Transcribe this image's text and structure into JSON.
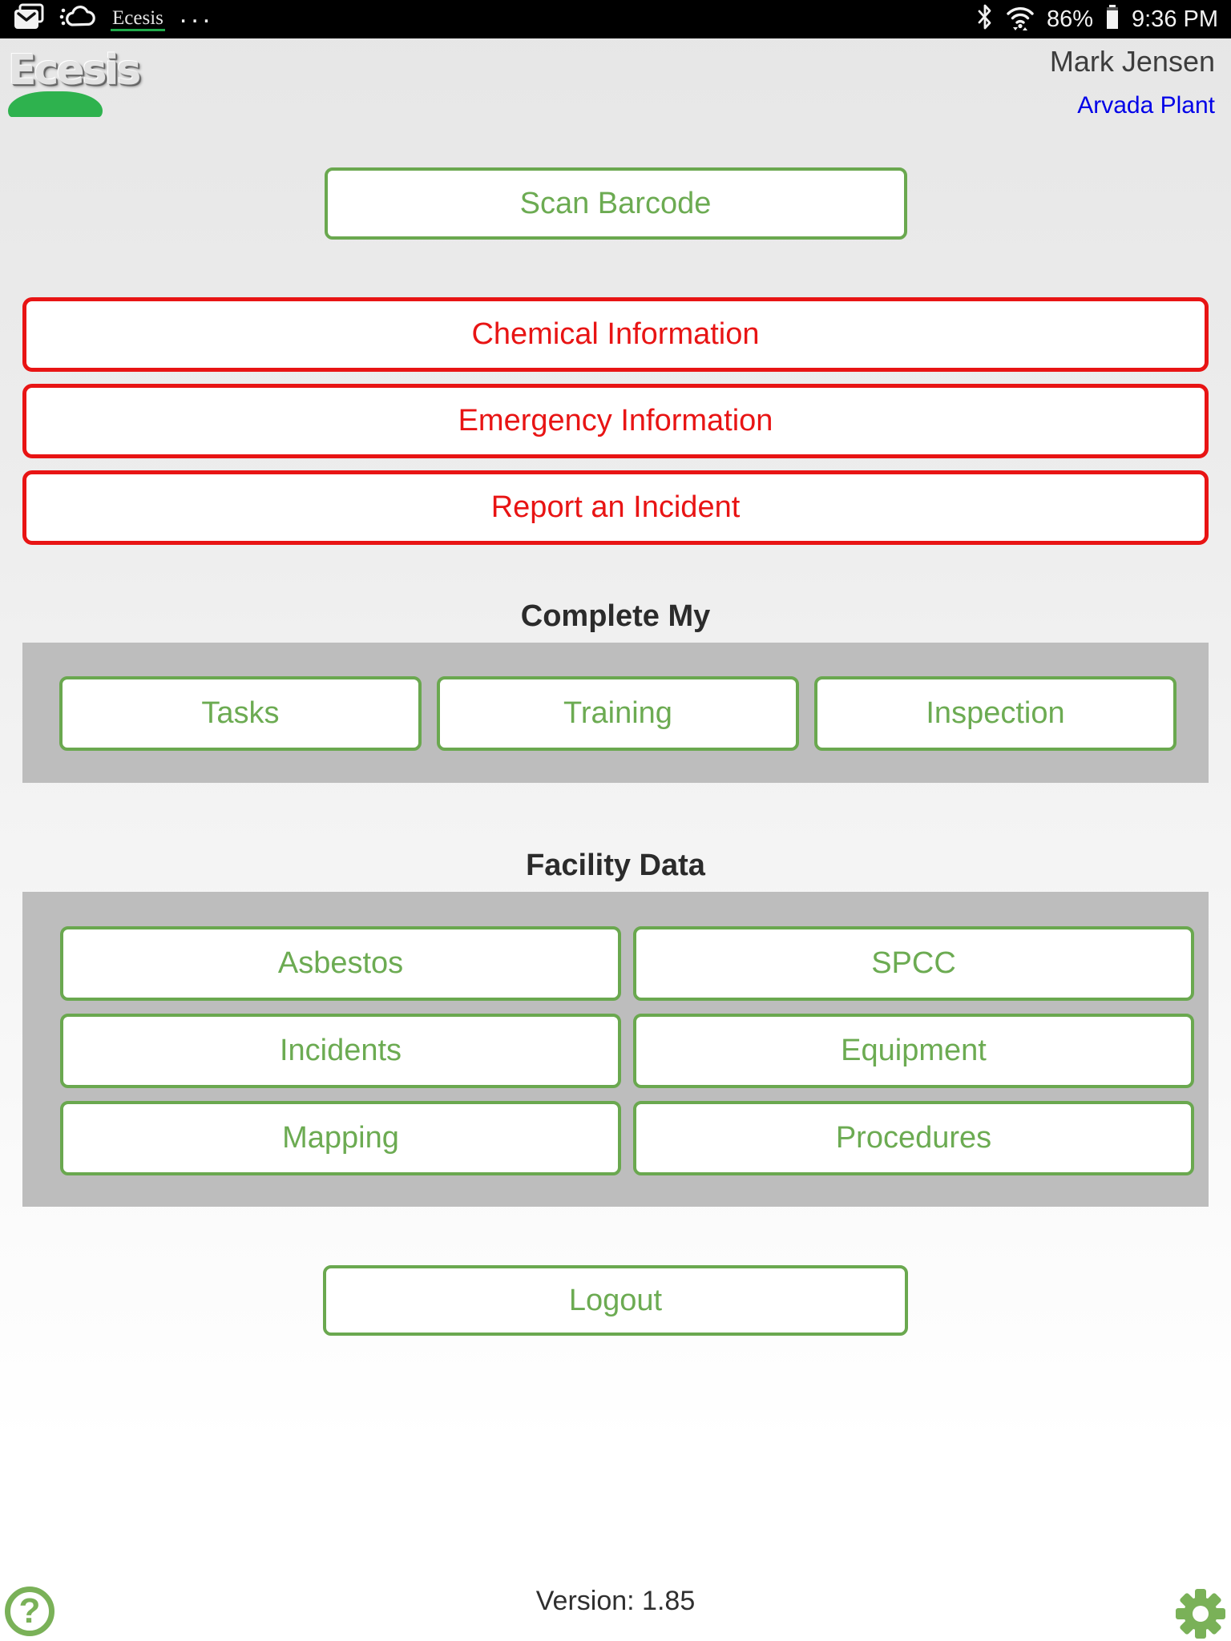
{
  "status_bar": {
    "app_label": "Ecesis",
    "more_dots": "...",
    "battery_percent": "86%",
    "time": "9:36 PM",
    "icons": [
      "mail-icon",
      "cloud-icon",
      "ecesis-notification-icon",
      "bluetooth-icon",
      "wifi-icon",
      "battery-icon"
    ]
  },
  "header": {
    "logo_text": "Ecesis",
    "user_name": "Mark Jensen",
    "facility_link": "Arvada Plant"
  },
  "actions": {
    "scan_barcode": "Scan Barcode",
    "red_buttons": [
      "Chemical Information",
      "Emergency Information",
      "Report an Incident"
    ]
  },
  "sections": {
    "complete_my": {
      "title": "Complete My",
      "buttons": [
        "Tasks",
        "Training",
        "Inspection"
      ]
    },
    "facility_data": {
      "title": "Facility Data",
      "buttons": [
        "Asbestos",
        "SPCC",
        "Incidents",
        "Equipment",
        "Mapping",
        "Procedures"
      ]
    }
  },
  "logout_label": "Logout",
  "footer": {
    "version": "Version: 1.85",
    "help_glyph": "?"
  },
  "theme": {
    "green": "#6aa84f",
    "green-text": "#6cab52",
    "icon-green": "#7ab158",
    "red": "#e81414",
    "panel-gray": "#bdbdbd",
    "link-blue": "#0000e8",
    "heading": "#2b2b2b",
    "username": "#3d3d3d"
  }
}
